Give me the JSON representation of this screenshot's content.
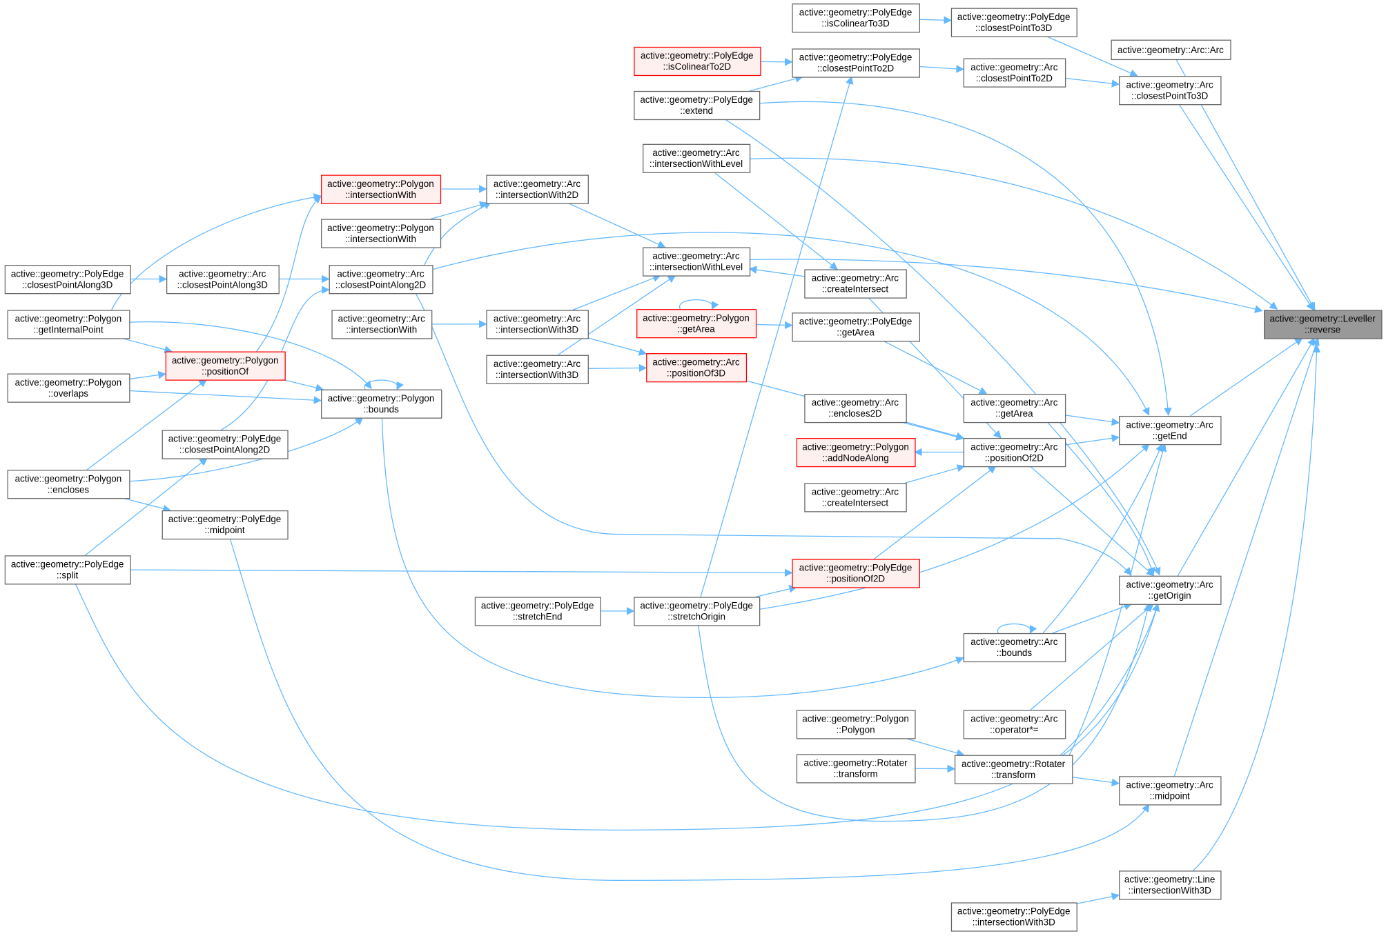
{
  "colors": {
    "edge": "#63b8ff",
    "focus_fill": "#999999",
    "highlight_border": "#ff0000",
    "highlight_fill": "#fff0f0"
  },
  "nodes": [
    {
      "id": "A",
      "line1": "active::geometry::PolyEdge",
      "line2": "::isColinearTo3D",
      "style": "normal"
    },
    {
      "id": "B",
      "line1": "active::geometry::PolyEdge",
      "line2": "::closestPointTo3D",
      "style": "normal"
    },
    {
      "id": "C",
      "line1": "active::geometry::Arc::Arc",
      "line2": "",
      "style": "normal"
    },
    {
      "id": "D",
      "line1": "active::geometry::PolyEdge",
      "line2": "::isColinearTo2D",
      "style": "red"
    },
    {
      "id": "E",
      "line1": "active::geometry::PolyEdge",
      "line2": "::closestPointTo2D",
      "style": "normal"
    },
    {
      "id": "F",
      "line1": "active::geometry::Arc",
      "line2": "::closestPointTo2D",
      "style": "normal"
    },
    {
      "id": "G",
      "line1": "active::geometry::Arc",
      "line2": "::closestPointTo3D",
      "style": "normal"
    },
    {
      "id": "H",
      "line1": "active::geometry::PolyEdge",
      "line2": "::extend",
      "style": "normal"
    },
    {
      "id": "I",
      "line1": "active::geometry::Arc",
      "line2": "::intersectionWithLevel",
      "style": "normal"
    },
    {
      "id": "J",
      "line1": "active::geometry::Polygon",
      "line2": "::intersectionWith",
      "style": "red"
    },
    {
      "id": "K",
      "line1": "active::geometry::Arc",
      "line2": "::intersectionWith2D",
      "style": "normal"
    },
    {
      "id": "L",
      "line1": "active::geometry::Polygon",
      "line2": "::intersectionWith",
      "style": "normal"
    },
    {
      "id": "M",
      "line1": "active::geometry::PolyEdge",
      "line2": "::closestPointAlong3D",
      "style": "normal"
    },
    {
      "id": "N",
      "line1": "active::geometry::Arc",
      "line2": "::closestPointAlong3D",
      "style": "normal"
    },
    {
      "id": "O",
      "line1": "active::geometry::Arc",
      "line2": "::closestPointAlong2D",
      "style": "normal"
    },
    {
      "id": "P",
      "line1": "active::geometry::Arc",
      "line2": "::intersectionWithLevel",
      "style": "normal"
    },
    {
      "id": "Q",
      "line1": "active::geometry::Arc",
      "line2": "::createIntersect",
      "style": "normal"
    },
    {
      "id": "R",
      "line1": "active::geometry::Leveller",
      "line2": "::reverse",
      "style": "gray"
    },
    {
      "id": "S",
      "line1": "active::geometry::Polygon",
      "line2": "::getInternalPoint",
      "style": "normal"
    },
    {
      "id": "T",
      "line1": "active::geometry::Arc",
      "line2": "::intersectionWith",
      "style": "normal"
    },
    {
      "id": "U",
      "line1": "active::geometry::Arc",
      "line2": "::intersectionWith3D",
      "style": "normal"
    },
    {
      "id": "V",
      "line1": "active::geometry::Polygon",
      "line2": "::getArea",
      "style": "red"
    },
    {
      "id": "W",
      "line1": "active::geometry::PolyEdge",
      "line2": "::getArea",
      "style": "normal"
    },
    {
      "id": "X",
      "line1": "active::geometry::Arc",
      "line2": "::intersectionWith3D",
      "style": "normal"
    },
    {
      "id": "Y",
      "line1": "active::geometry::Arc",
      "line2": "::positionOf3D",
      "style": "red"
    },
    {
      "id": "Z",
      "line1": "active::geometry::Polygon",
      "line2": "::positionOf",
      "style": "red"
    },
    {
      "id": "AA",
      "line1": "active::geometry::Polygon",
      "line2": "::overlaps",
      "style": "normal"
    },
    {
      "id": "AB",
      "line1": "active::geometry::Polygon",
      "line2": "::bounds",
      "style": "normal"
    },
    {
      "id": "AC",
      "line1": "active::geometry::Arc",
      "line2": "::encloses2D",
      "style": "normal"
    },
    {
      "id": "AD",
      "line1": "active::geometry::Arc",
      "line2": "::getArea",
      "style": "normal"
    },
    {
      "id": "AE",
      "line1": "active::geometry::Arc",
      "line2": "::getEnd",
      "style": "normal"
    },
    {
      "id": "AF",
      "line1": "active::geometry::PolyEdge",
      "line2": "::closestPointAlong2D",
      "style": "normal"
    },
    {
      "id": "AG",
      "line1": "active::geometry::Polygon",
      "line2": "::addNodeAlong",
      "style": "red"
    },
    {
      "id": "AH",
      "line1": "active::geometry::Arc",
      "line2": "::positionOf2D",
      "style": "normal"
    },
    {
      "id": "AI",
      "line1": "active::geometry::Polygon",
      "line2": "::encloses",
      "style": "normal"
    },
    {
      "id": "AJ",
      "line1": "active::geometry::Arc",
      "line2": "::createIntersect",
      "style": "normal"
    },
    {
      "id": "AK",
      "line1": "active::geometry::PolyEdge",
      "line2": "::midpoint",
      "style": "normal"
    },
    {
      "id": "AL",
      "line1": "active::geometry::PolyEdge",
      "line2": "::split",
      "style": "normal"
    },
    {
      "id": "AM",
      "line1": "active::geometry::PolyEdge",
      "line2": "::positionOf2D",
      "style": "red"
    },
    {
      "id": "AN",
      "line1": "active::geometry::Arc",
      "line2": "::getOrigin",
      "style": "normal"
    },
    {
      "id": "AO",
      "line1": "active::geometry::PolyEdge",
      "line2": "::stretchEnd",
      "style": "normal"
    },
    {
      "id": "AP",
      "line1": "active::geometry::PolyEdge",
      "line2": "::stretchOrigin",
      "style": "normal"
    },
    {
      "id": "AQ",
      "line1": "active::geometry::Arc",
      "line2": "::bounds",
      "style": "normal"
    },
    {
      "id": "AR",
      "line1": "active::geometry::Polygon",
      "line2": "::Polygon",
      "style": "normal"
    },
    {
      "id": "AS",
      "line1": "active::geometry::Arc",
      "line2": "::operator*=",
      "style": "normal"
    },
    {
      "id": "AT",
      "line1": "active::geometry::Rotater",
      "line2": "::transform",
      "style": "normal"
    },
    {
      "id": "AU",
      "line1": "active::geometry::Rotater",
      "line2": "::transform",
      "style": "normal"
    },
    {
      "id": "AV",
      "line1": "active::geometry::Arc",
      "line2": "::midpoint",
      "style": "normal"
    },
    {
      "id": "AW",
      "line1": "active::geometry::Line",
      "line2": "::intersectionWith3D",
      "style": "normal"
    },
    {
      "id": "AX",
      "line1": "active::geometry::PolyEdge",
      "line2": "::intersectionWith3D",
      "style": "normal"
    }
  ],
  "edges": [
    [
      "A",
      "B"
    ],
    [
      "B",
      "G"
    ],
    [
      "D",
      "E"
    ],
    [
      "H",
      "E"
    ],
    [
      "E",
      "F"
    ],
    [
      "F",
      "G"
    ],
    [
      "C",
      "R"
    ],
    [
      "G",
      "R"
    ],
    [
      "I",
      "R"
    ],
    [
      "P",
      "R"
    ],
    [
      "H",
      "AE"
    ],
    [
      "H",
      "AN"
    ],
    [
      "AP",
      "E"
    ],
    [
      "J",
      "K"
    ],
    [
      "L",
      "K"
    ],
    [
      "O",
      "K"
    ],
    [
      "K",
      "P"
    ],
    [
      "U",
      "P"
    ],
    [
      "X",
      "P"
    ],
    [
      "Q",
      "P"
    ],
    [
      "I",
      "Q"
    ],
    [
      "M",
      "N"
    ],
    [
      "N",
      "O"
    ],
    [
      "T",
      "U"
    ],
    [
      "V",
      "V"
    ],
    [
      "V",
      "W"
    ],
    [
      "U",
      "Y"
    ],
    [
      "X",
      "Y"
    ],
    [
      "S",
      "Z"
    ],
    [
      "AA",
      "Z"
    ],
    [
      "AI",
      "Z"
    ],
    [
      "Z",
      "J"
    ],
    [
      "S",
      "J"
    ],
    [
      "S",
      "AB"
    ],
    [
      "AA",
      "AB"
    ],
    [
      "Z",
      "AB"
    ],
    [
      "AB",
      "AB"
    ],
    [
      "AI",
      "AB"
    ],
    [
      "AF",
      "O"
    ],
    [
      "AL",
      "AF"
    ],
    [
      "AI",
      "AK"
    ],
    [
      "AL",
      "AM"
    ],
    [
      "AP",
      "AM"
    ],
    [
      "AM",
      "AH"
    ],
    [
      "AO",
      "AP"
    ],
    [
      "Q",
      "AH"
    ],
    [
      "W",
      "AD"
    ],
    [
      "Y",
      "AH"
    ],
    [
      "AC",
      "AH"
    ],
    [
      "AH",
      "AG"
    ],
    [
      "AJ",
      "AH"
    ],
    [
      "AE",
      "R"
    ],
    [
      "AN",
      "R"
    ],
    [
      "AV",
      "R"
    ],
    [
      "AW",
      "R"
    ],
    [
      "AD",
      "AE"
    ],
    [
      "AH",
      "AE"
    ],
    [
      "O",
      "AE"
    ],
    [
      "AP",
      "AE"
    ],
    [
      "AQ",
      "AE"
    ],
    [
      "AU",
      "AE"
    ],
    [
      "AH",
      "AN"
    ],
    [
      "AQ",
      "AN"
    ],
    [
      "AS",
      "AN"
    ],
    [
      "AU",
      "AN"
    ],
    [
      "AD",
      "AN"
    ],
    [
      "O",
      "AN"
    ],
    [
      "AL",
      "AN"
    ],
    [
      "AP",
      "AN"
    ],
    [
      "AB",
      "AQ"
    ],
    [
      "AQ",
      "AQ"
    ],
    [
      "AR",
      "AU"
    ],
    [
      "AT",
      "AU"
    ],
    [
      "AU",
      "AV"
    ],
    [
      "AK",
      "AV"
    ],
    [
      "AX",
      "AW"
    ]
  ]
}
